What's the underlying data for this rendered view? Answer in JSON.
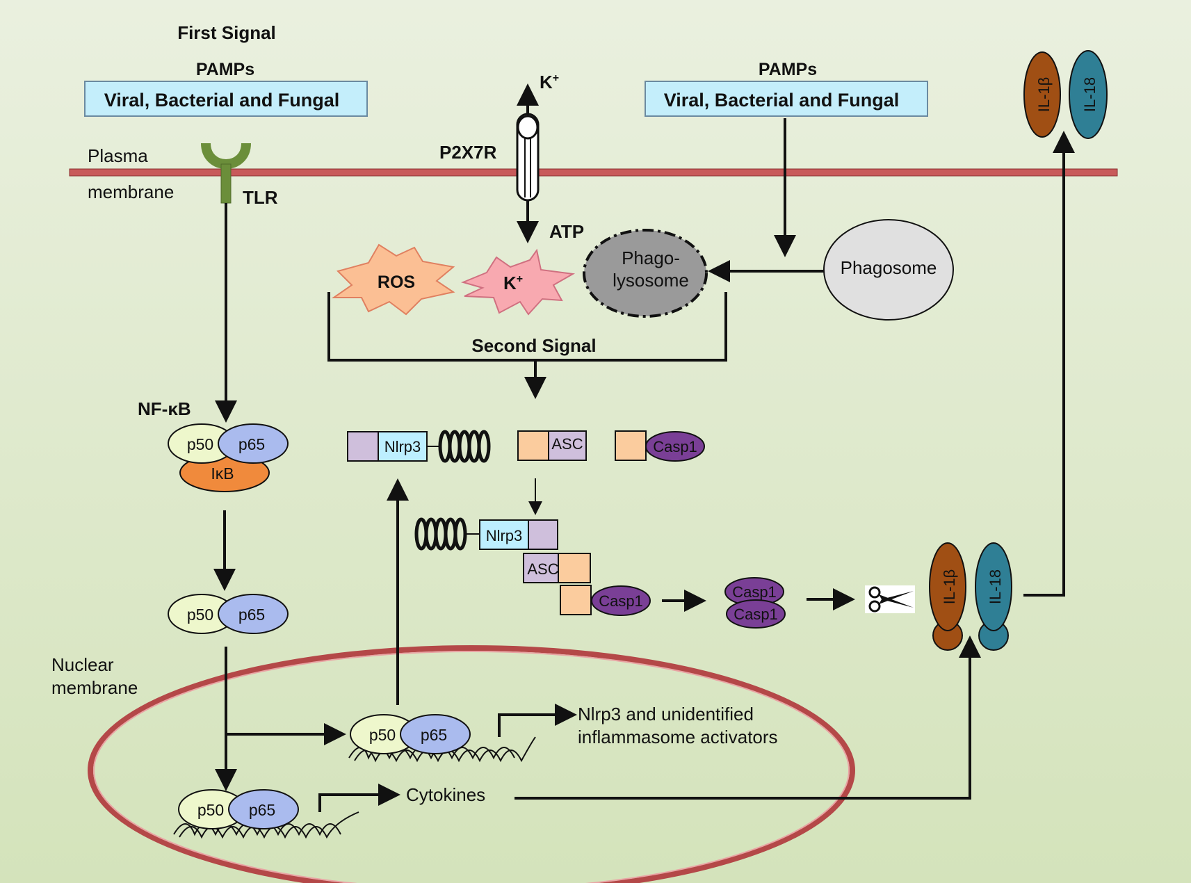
{
  "first_signal": {
    "title": "First Signal",
    "pamps": "PAMPs",
    "box": "Viral, Bacterial and Fungal"
  },
  "right_pamps": {
    "pamps": "PAMPs",
    "box": "Viral, Bacterial and Fungal"
  },
  "membrane": {
    "line1": "Plasma",
    "line2": "membrane",
    "receptor": "TLR"
  },
  "channel": {
    "name": "P2X7R",
    "k_out": "K",
    "k_sup": "+",
    "atp": "ATP"
  },
  "second_signal": {
    "ros": "ROS",
    "k": "K",
    "k_sup": "+",
    "phago_1": "Phago-",
    "phago_2": "lysosome",
    "phagosome": "Phagosome",
    "label": "Second Signal"
  },
  "nfkb": {
    "label": "NF-κB",
    "p50": "p50",
    "p65": "p65",
    "ikb": "IκB"
  },
  "inflammasome": {
    "nlrp3": "Nlrp3",
    "asc": "ASC",
    "casp1": "Casp1"
  },
  "cytokines": {
    "il1b": "IL-1β",
    "il18": "IL-18"
  },
  "nucleus": {
    "label_1": "Nuclear",
    "label_2": "membrane",
    "target_1a": "Nlrp3 and unidentified",
    "target_1b": "inflammasome activators",
    "target_2": "Cytokines"
  },
  "colors": {
    "background": "#dde8cc",
    "membrane": "#c85a5a",
    "tlr": "#6b8e3a",
    "p50": "#eef7cc",
    "p65": "#aabbee",
    "ikb": "#f08a3c",
    "nlrp3": "#bdefff",
    "nlrp_domain": "#cfbfdc",
    "asc_pyd": "#fbcc9e",
    "casp1": "#7a3f96",
    "il1b": "#a04f14",
    "il18": "#2f7f95",
    "ros": "#fbbf94",
    "k_burst": "#f8a9b0",
    "phagolysosome": "#9a9a9a",
    "phagosome": "#e0e0e0"
  }
}
